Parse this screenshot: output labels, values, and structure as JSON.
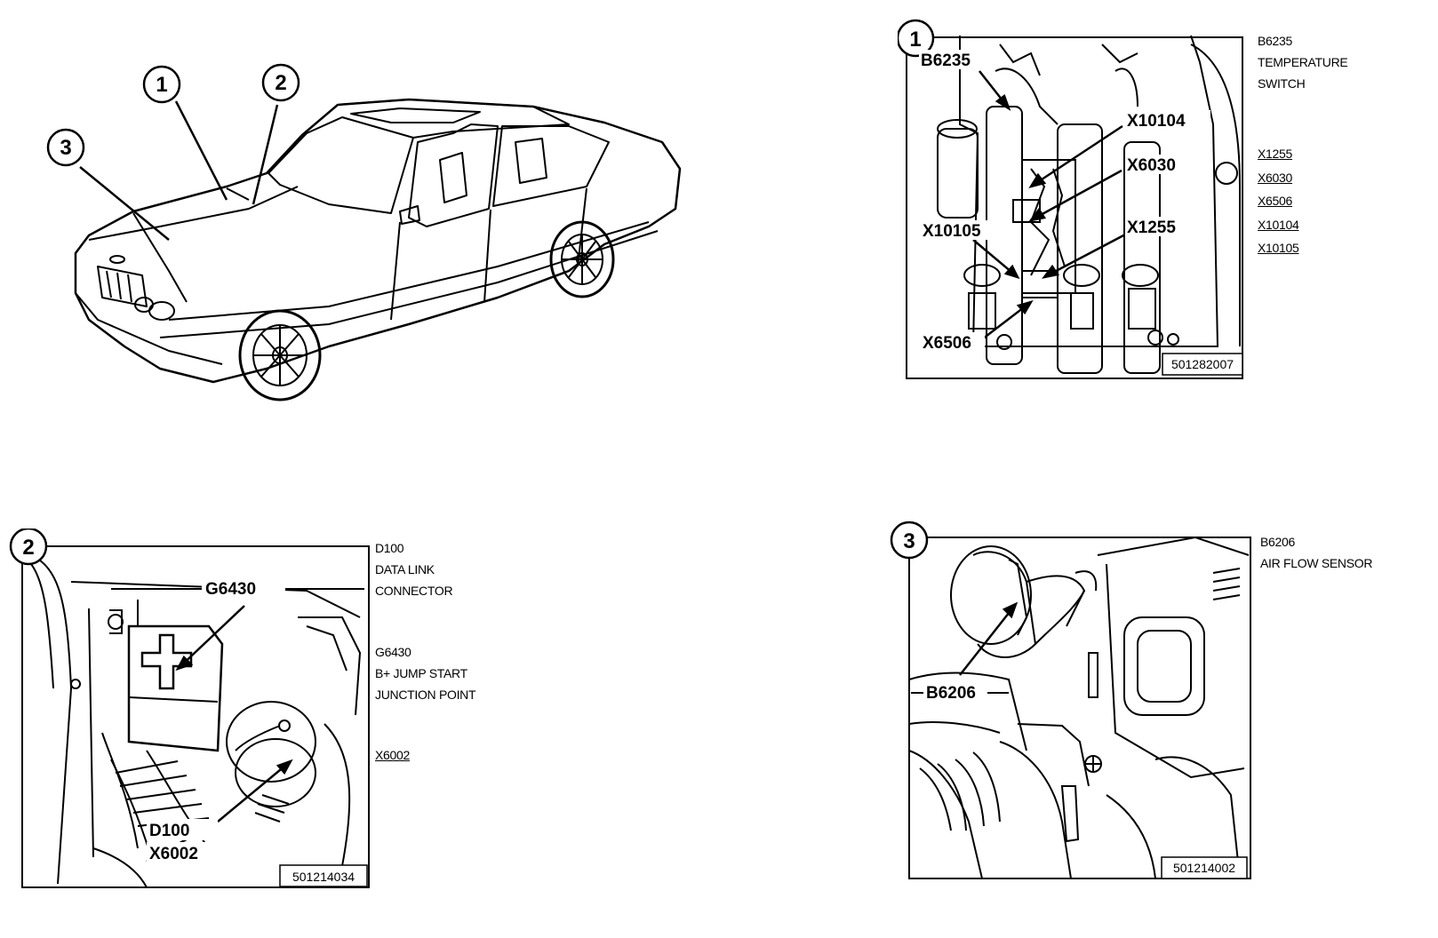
{
  "car": {
    "callouts": [
      "1",
      "2",
      "3"
    ]
  },
  "panel1": {
    "number": "1",
    "figure_id": "501282007",
    "labels": [
      "B6235",
      "X10104",
      "X6030",
      "X10105",
      "X1255",
      "X6506"
    ],
    "caption": [
      "B6235",
      "TEMPERATURE",
      "SWITCH"
    ],
    "connectors": [
      "X1255",
      "X6030",
      "X6506",
      "X10104",
      "X10105"
    ]
  },
  "panel2": {
    "number": "2",
    "figure_id": "501214034",
    "labels": [
      "G6430",
      "D100",
      "X6002"
    ],
    "caption_d100": [
      "D100",
      "DATA LINK",
      "CONNECTOR"
    ],
    "caption_g6430": [
      "G6430",
      "B+ JUMP START",
      "JUNCTION POINT"
    ],
    "connectors": [
      "X6002"
    ]
  },
  "panel3": {
    "number": "3",
    "figure_id": "501214002",
    "labels": [
      "B6206"
    ],
    "caption": [
      "B6206",
      "AIR FLOW SENSOR"
    ]
  }
}
